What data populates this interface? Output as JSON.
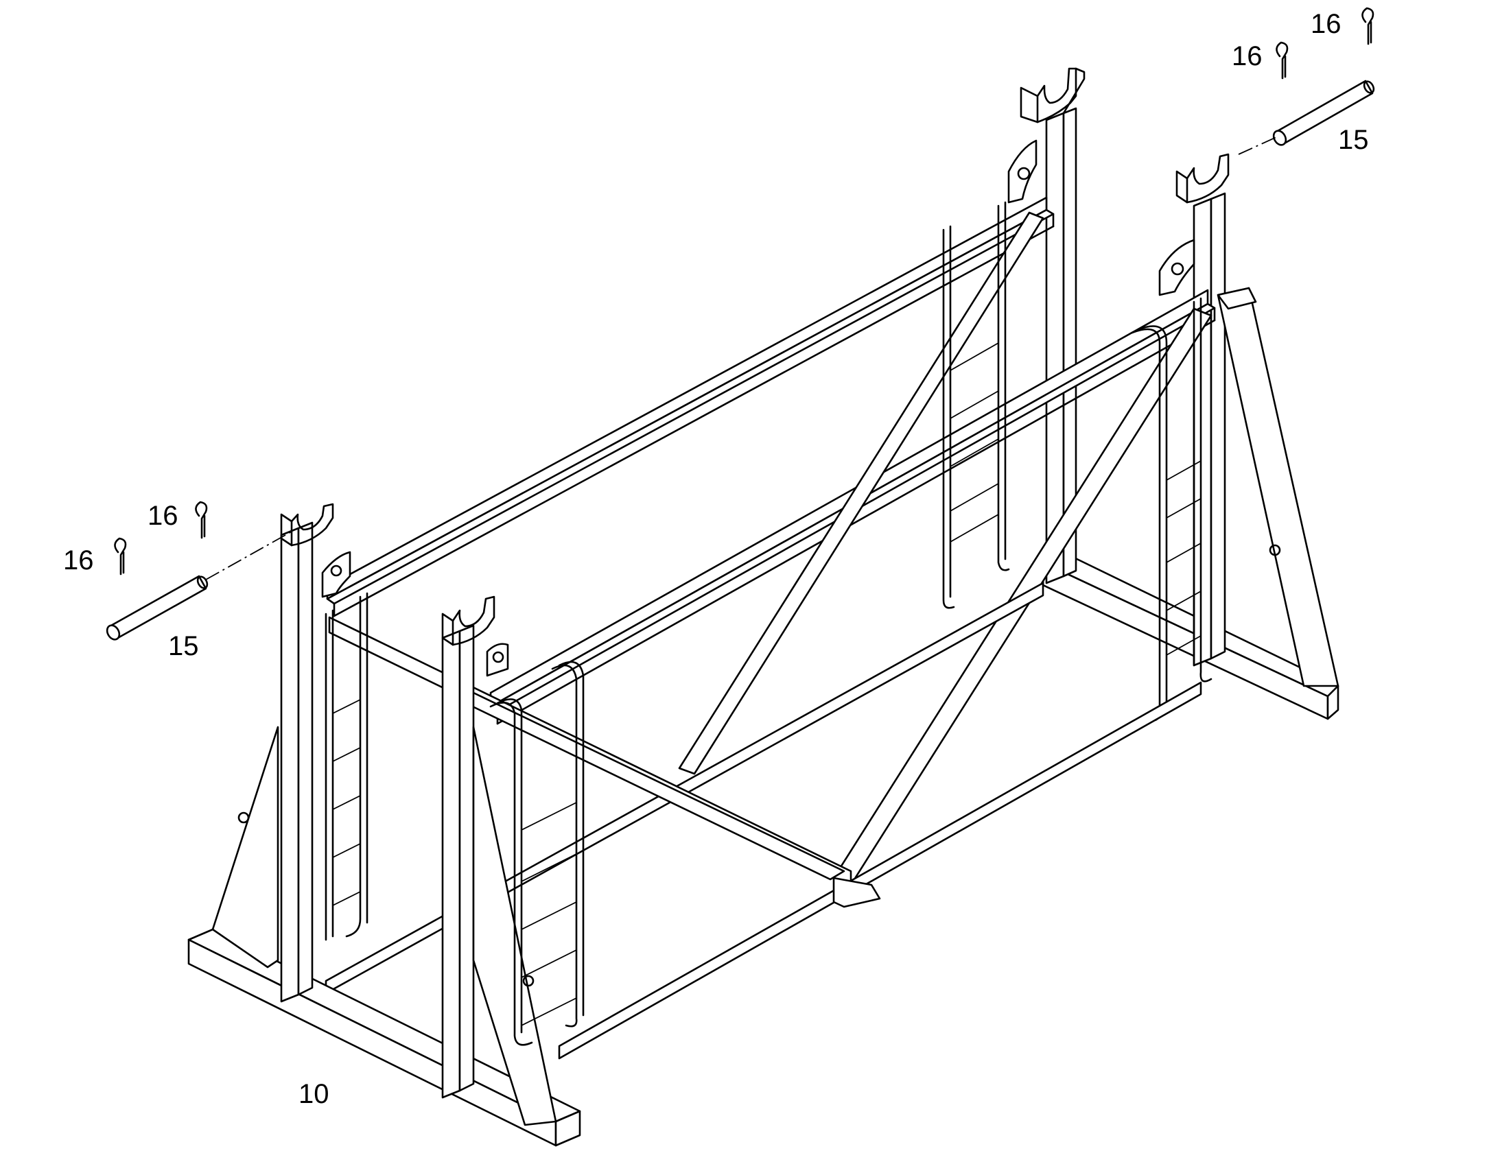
{
  "callouts": {
    "frame": "10",
    "pin_left": "15",
    "pin_right": "15",
    "clip_left_a": "16",
    "clip_left_b": "16",
    "clip_right_a": "16",
    "clip_right_b": "16"
  },
  "colors": {
    "line": "#000000",
    "background": "#ffffff"
  }
}
